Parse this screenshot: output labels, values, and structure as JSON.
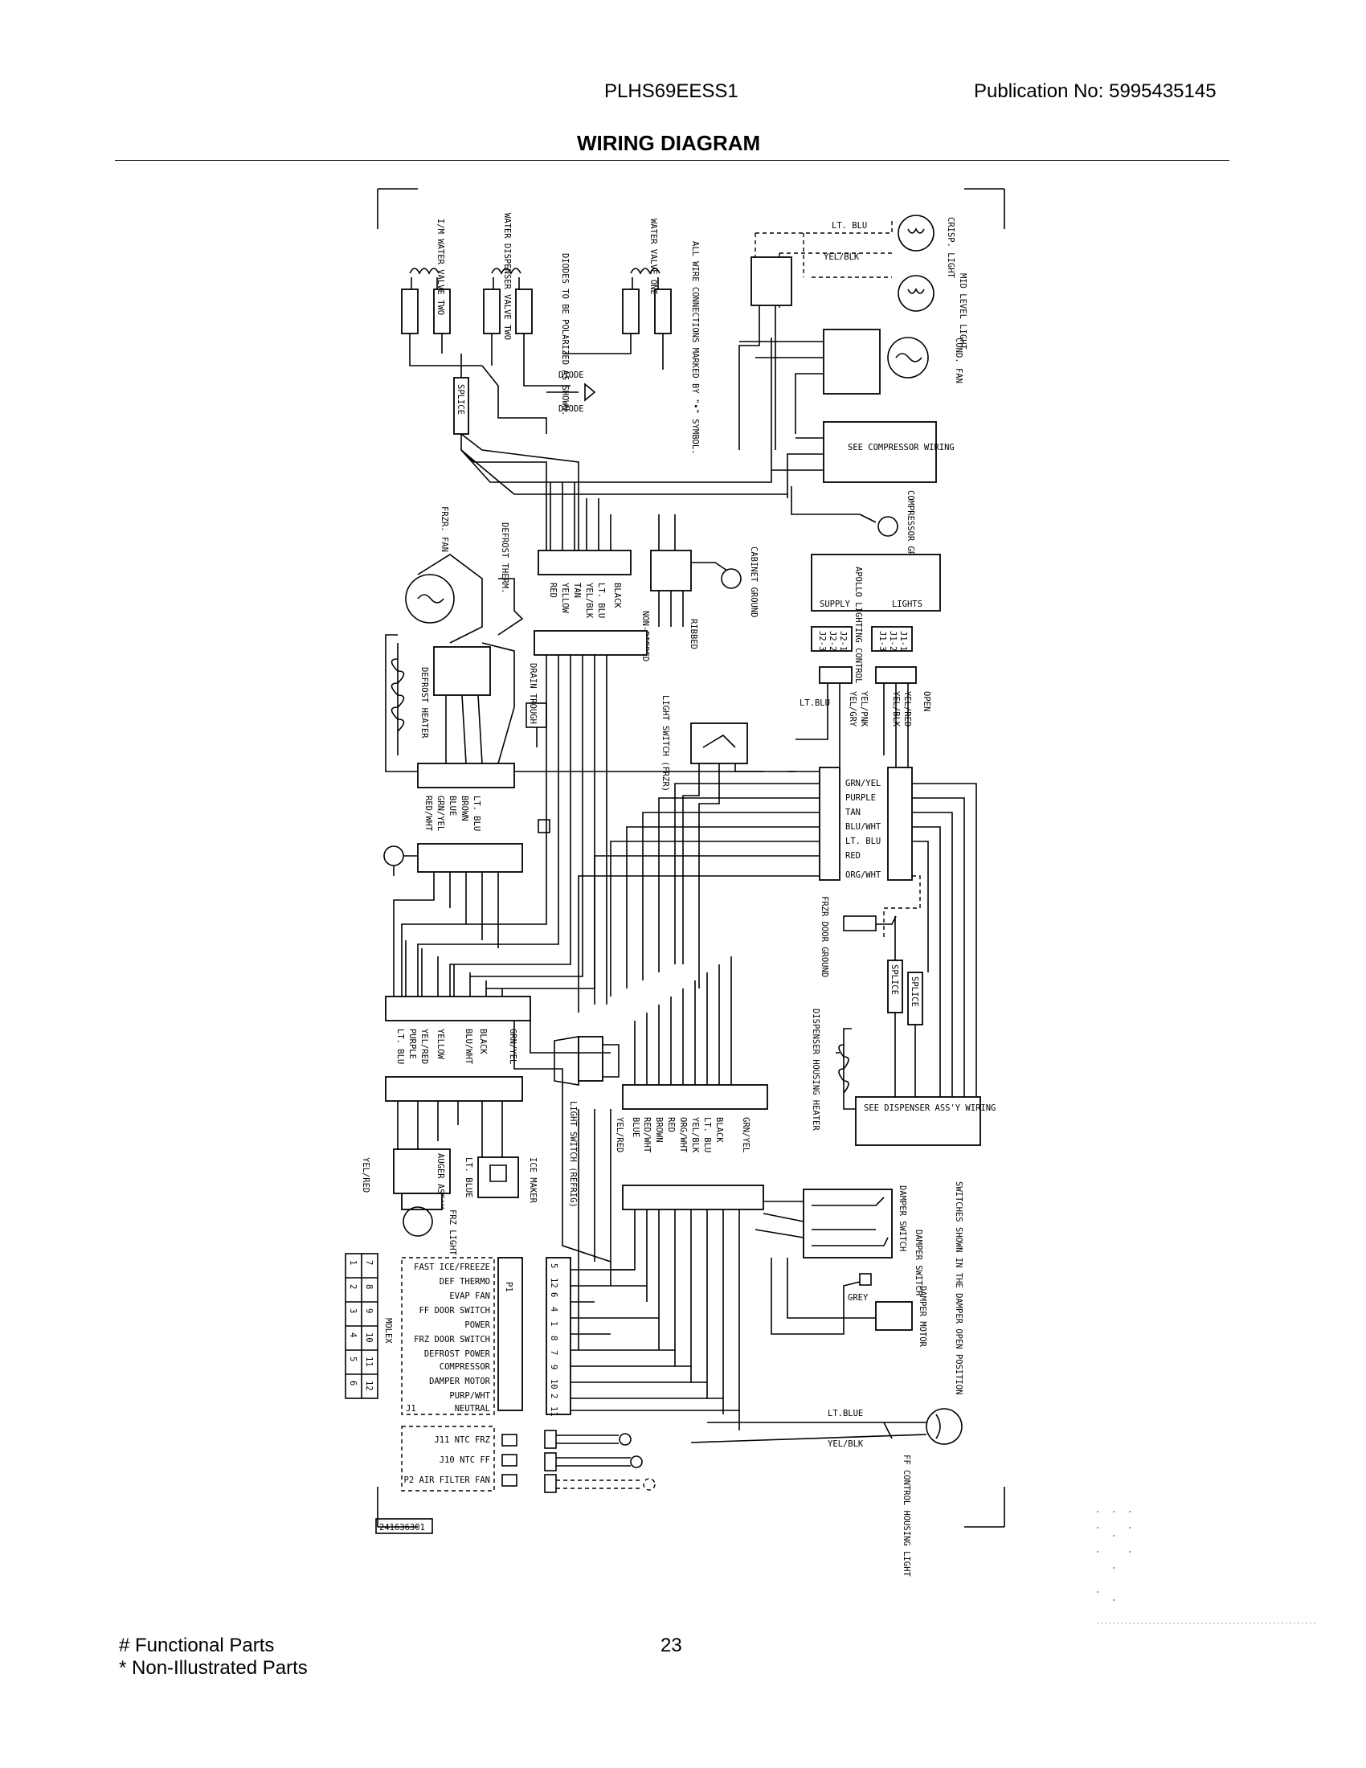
{
  "header": {
    "model": "PLHS69EESS1",
    "publication": "Publication No:  5995435145",
    "title": "WIRING DIAGRAM"
  },
  "footer": {
    "functional_parts": "# Functional Parts",
    "non_illustrated_parts": "* Non-Illustrated Parts",
    "page_number": "23"
  },
  "diagram": {
    "drawing_number": "241636301",
    "note_connections": "ALL WIRE CONNECTIONS MARKED BY \"•\" SYMBOL.",
    "note_diodes": "DIODES TO BE POLARIZED AS SHOWN.",
    "note_switches": "SWITCHES SHOWN IN THE DAMPER OPEN POSITION",
    "components": {
      "im_water_valve_two": "I/M WATER VALVE TWO",
      "water_dispenser_valve_two": "WATER DISPENSER VALVE TWO",
      "water_valve_one": "WATER VALVE ONE",
      "crisp_light": "CRISP. LIGHT",
      "mid_level_light": "MID LEVEL LIGHT",
      "cond_fan": "COND. FAN",
      "see_compressor_wiring": "SEE COMPRESSOR WIRING",
      "compressor_ground": "COMPRESSOR GROUND",
      "cabinet_ground": "CABINET GROUND",
      "apollo_lighting_control": "APOLLO LIGHTING CONTROL",
      "supply": "SUPPLY",
      "lights": "LIGHTS",
      "frzr_fan": "FRZR. FAN",
      "defrost_therm": "DEFROST THERM.",
      "defrost_heater": "DEFROST HEATER",
      "drain_trough": "DRAIN TROUGH",
      "light_switch_frzr": "LIGHT SWITCH (FRZR)",
      "frzr_door_ground": "FRZR DOOR GROUND",
      "dispenser_housing_heater": "DISPENSER HOUSING HEATER",
      "see_dispenser_wiring": "SEE DISPENSER ASS'Y WIRING",
      "light_switch_refrig": "LIGHT SWITCH (REFRIG)",
      "ice_maker": "ICE MAKER",
      "auger_assy": "AUGER ASS'Y",
      "frz_light": "FRZ LIGHT",
      "damper_switch": "DAMPER SWITCH",
      "damper_motor": "DAMPER MOTOR",
      "ff_control_housing_light": "FF CONTROL HOUSING LIGHT",
      "diode": "DIODE",
      "splice": "SPLICE",
      "ribbed": "RIBBED",
      "non_ribbed": "NON-RIBBED",
      "molex": "MOLEX",
      "open": "OPEN",
      "grey": "GREY",
      "lt_blue": "LT.BLUE",
      "yel_blk": "YEL/BLK",
      "lt_blu_top": "LT. BLU",
      "yel_blk_top": "YEL/BLK"
    },
    "wire_groups": {
      "top_connector": [
        "RED",
        "YELLOW",
        "TAN",
        "YEL/BLK",
        "LT. BLU",
        "BLACK"
      ],
      "defrost_connector": [
        "RED/WHT",
        "GRN/YEL",
        "BLUE",
        "BROWN",
        "LT. BLU"
      ],
      "frzr_door_connector": [
        "GRN/YEL",
        "PURPLE",
        "TAN",
        "BLU/WHT",
        "LT. BLU",
        "RED",
        "ORG/WHT"
      ],
      "light_switch_wires": [
        "LT.BLU",
        "YEL/GRY",
        "YEL/PNK",
        "YEL/BLK",
        "YEL/RED"
      ],
      "lower_left_connector": [
        "LT. BLU",
        "PURPLE",
        "YEL/RED",
        "YELLOW",
        "BLU/WHT",
        "BLACK",
        "GRN/YEL"
      ],
      "refrig_connector": [
        "YEL/RED",
        "BLUE",
        "RED/WHT",
        "BROWN",
        "RED",
        "ORG/WHT",
        "YEL/BLK",
        "LT. BLU",
        "BLACK",
        "GRN/YEL"
      ],
      "ice_maker_wires": [
        "YEL/RED",
        "LT. BLUE"
      ],
      "j1_pins": [
        "J1-3",
        "J1-2",
        "J1-1"
      ],
      "j2_pins": [
        "J2-3",
        "J2-2",
        "J2-1"
      ]
    },
    "control_board": {
      "connector_label": "P1",
      "j1_label": "J1",
      "functions": [
        "FAST ICE/FREEZE",
        "DEF THERMO",
        "EVAP FAN",
        "FF DOOR SWITCH",
        "POWER",
        "FRZ DOOR SWITCH",
        "DEFROST POWER",
        "COMPRESSOR",
        "DAMPER MOTOR",
        "PURP/WHT",
        "NEUTRAL"
      ],
      "pin_numbers": [
        "5",
        "12",
        "6",
        "4",
        "1",
        "8",
        "7",
        "9",
        "10",
        "2",
        "11"
      ],
      "ntc": [
        "J11 NTC FRZ",
        "J10 NTC FF",
        "P2 AIR FILTER FAN"
      ],
      "molex_grid": [
        [
          "1",
          "7"
        ],
        [
          "2",
          "8"
        ],
        [
          "3",
          "9"
        ],
        [
          "4",
          "10"
        ],
        [
          "5",
          "11"
        ],
        [
          "6",
          "12"
        ]
      ]
    }
  }
}
